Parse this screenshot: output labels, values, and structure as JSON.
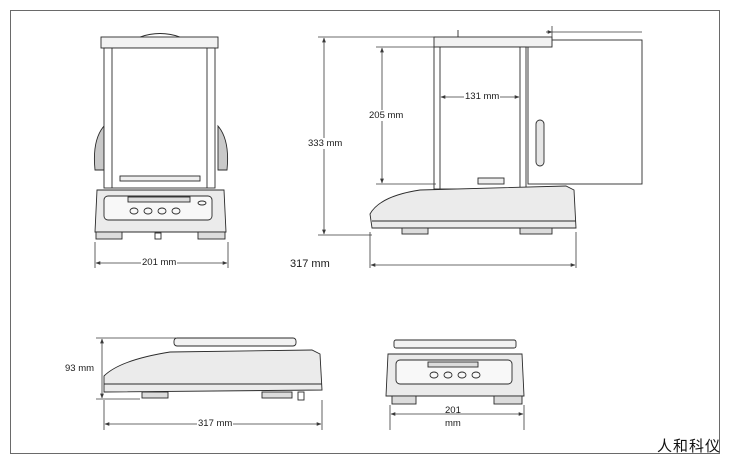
{
  "dimensions": {
    "front_width": "201 mm",
    "side_total_height": "333 mm",
    "side_door_height": "205 mm",
    "side_chamber_depth": "131 mm",
    "side_depth": "317 mm",
    "bottom_height": "93 mm",
    "bottom_depth": "317 mm",
    "bottom_front_width_line1": "201",
    "bottom_front_width_line2": "mm"
  },
  "brand": {
    "text": "人和科仪"
  },
  "colors": {
    "line": "#2b2b2b",
    "dim": "#3a3a3a",
    "frame": "#6a6a6a"
  }
}
